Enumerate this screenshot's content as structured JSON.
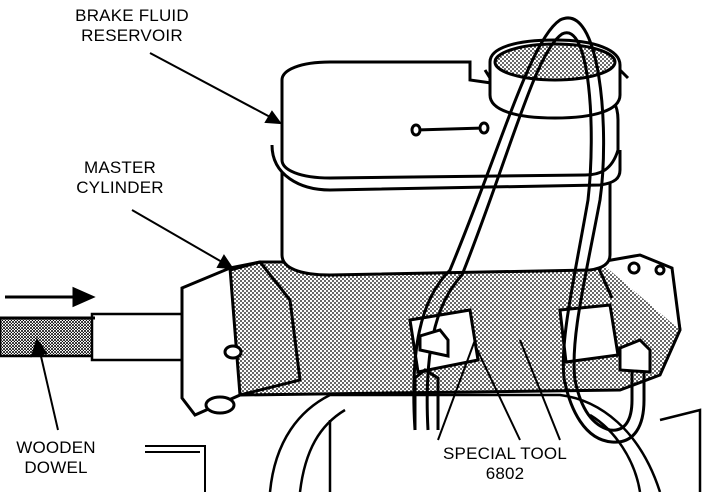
{
  "labels": {
    "brake_fluid_reservoir": [
      "BRAKE FLUID",
      "RESERVOIR"
    ],
    "master_cylinder": [
      "MASTER",
      "CYLINDER"
    ],
    "wooden_dowel": [
      "WOODEN",
      "DOWEL"
    ],
    "special_tool": [
      "SPECIAL TOOL",
      "6802"
    ]
  },
  "colors": {
    "ink": "#000000",
    "paper": "#ffffff",
    "shade": "#6e6e6e"
  }
}
